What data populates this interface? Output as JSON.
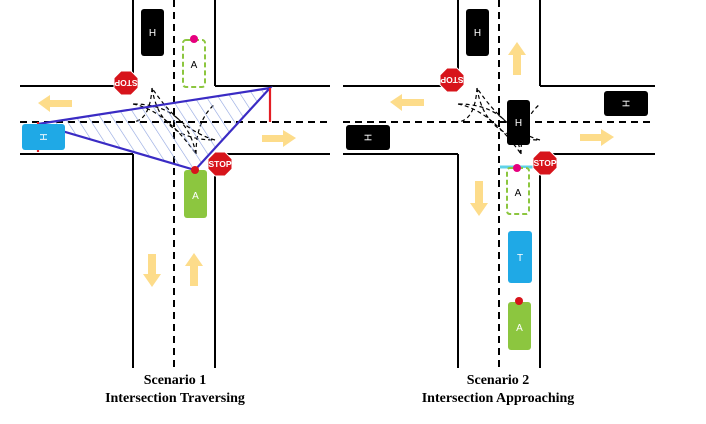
{
  "stop_sign_text": "STOP",
  "scenario1": {
    "title": "Scenario 1",
    "subtitle": "Intersection Traversing",
    "vehicles": {
      "h_top": "H",
      "a_dashed": "A",
      "h_cyan": "H",
      "a_green": "A"
    }
  },
  "scenario2": {
    "title": "Scenario 2",
    "subtitle": "Intersection Approaching",
    "vehicles": {
      "h_top": "H",
      "h_center": "H",
      "h_right": "H",
      "h_left": "H",
      "a_dashed": "A",
      "t_cyan": "T",
      "a_green": "A"
    }
  },
  "colors": {
    "road_line": "#000000",
    "human_vehicle": "#000000",
    "autonomous_vehicle": "#8cc63f",
    "truck": "#1fa9e6",
    "arrow": "#fddc8a",
    "stop_sign": "#d7141b",
    "region": "#3a2bc4",
    "boundary": "#e31e24",
    "waypoint": "#e6007e"
  }
}
